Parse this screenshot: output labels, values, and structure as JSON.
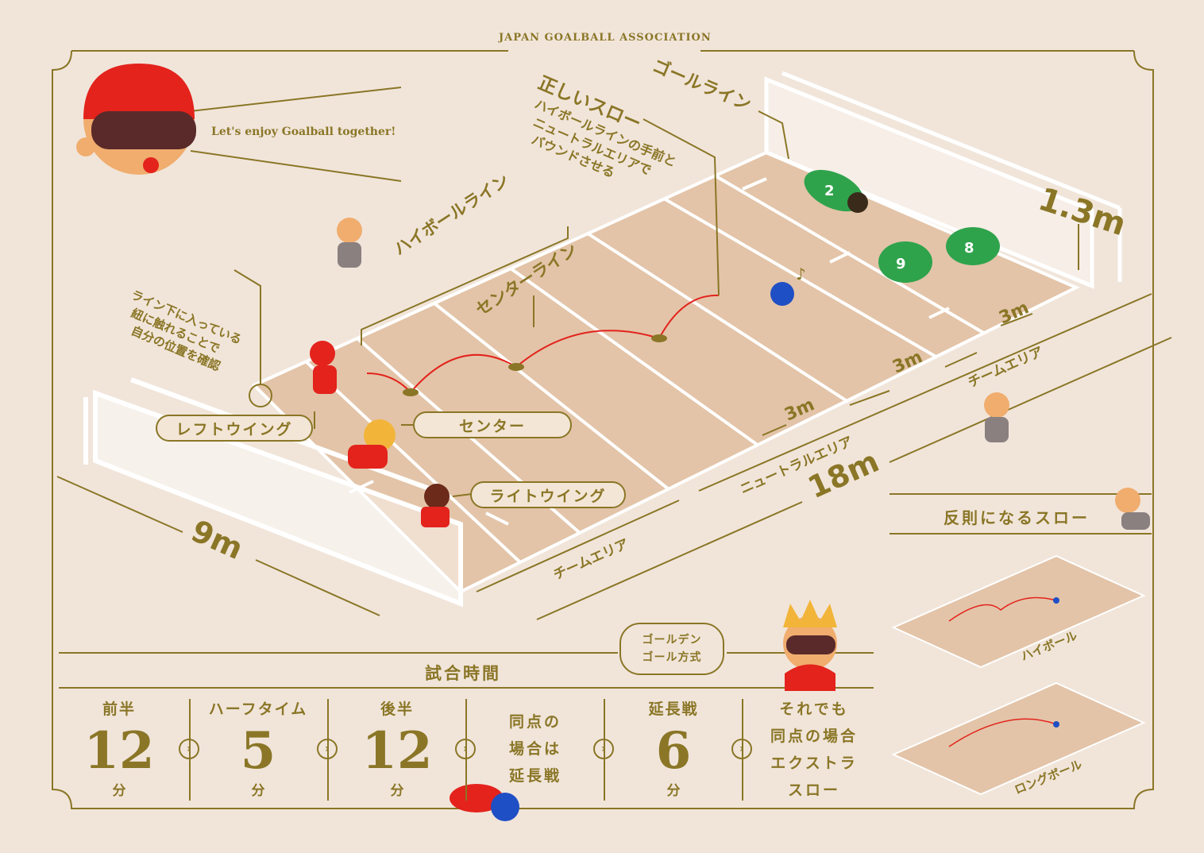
{
  "header": {
    "association": "JAPAN GOALBALL ASSOCIATION"
  },
  "tagline": "Let's enjoy Goalball together!",
  "labels": {
    "goal_line": "ゴールライン",
    "correct_throw_title": "正しいスロー",
    "correct_throw_desc_1": "ハイボールラインの手前と",
    "correct_throw_desc_2": "ニュートラルエリアで",
    "correct_throw_desc_3": "バウンドさせる",
    "high_ball_line": "ハイボールライン",
    "center_line": "センターライン",
    "line_note_1": "ライン下に入っている",
    "line_note_2": "紐に触れることで",
    "line_note_3": "自分の位置を確認",
    "height": "1.3m",
    "width": "9m",
    "length": "18m",
    "seg1": "3m",
    "seg2": "3m",
    "seg3": "3m",
    "team_area_top": "チームエリア",
    "team_area_bottom": "チームエリア",
    "neutral_area": "ニュートラルエリア",
    "foul_throw": "反則になるスロー",
    "high_ball": "ハイボール",
    "long_ball": "ロングボール"
  },
  "positions": {
    "left_wing": "レフトウイング",
    "center": "センター",
    "right_wing": "ライトウイング"
  },
  "jersey": {
    "p1": "2",
    "p2": "9",
    "p3": "8"
  },
  "timeline": {
    "title": "試合時間",
    "golden": {
      "line1": "ゴールデン",
      "line2": "ゴール方式"
    },
    "chevron": "›",
    "first_half": {
      "label": "前半",
      "value": "12",
      "unit": "分"
    },
    "half_time": {
      "label": "ハーフタイム",
      "value": "5",
      "unit": "分"
    },
    "second_half": {
      "label": "後半",
      "value": "12",
      "unit": "分"
    },
    "tie": {
      "line1": "同点の",
      "line2": "場合は",
      "line3": "延長戦"
    },
    "overtime": {
      "label": "延長戦",
      "value": "6",
      "unit": "分"
    },
    "still_tie": {
      "line1": "それでも",
      "line2": "同点の場合",
      "line3": "エクストラ",
      "line4": "スロー"
    }
  },
  "colors": {
    "ink": "#8a7626",
    "court": "#e3c4a8",
    "bg": "#f1e5da",
    "red": "#e3231c",
    "green": "#2fa34c",
    "ball": "#1f4fc4"
  }
}
